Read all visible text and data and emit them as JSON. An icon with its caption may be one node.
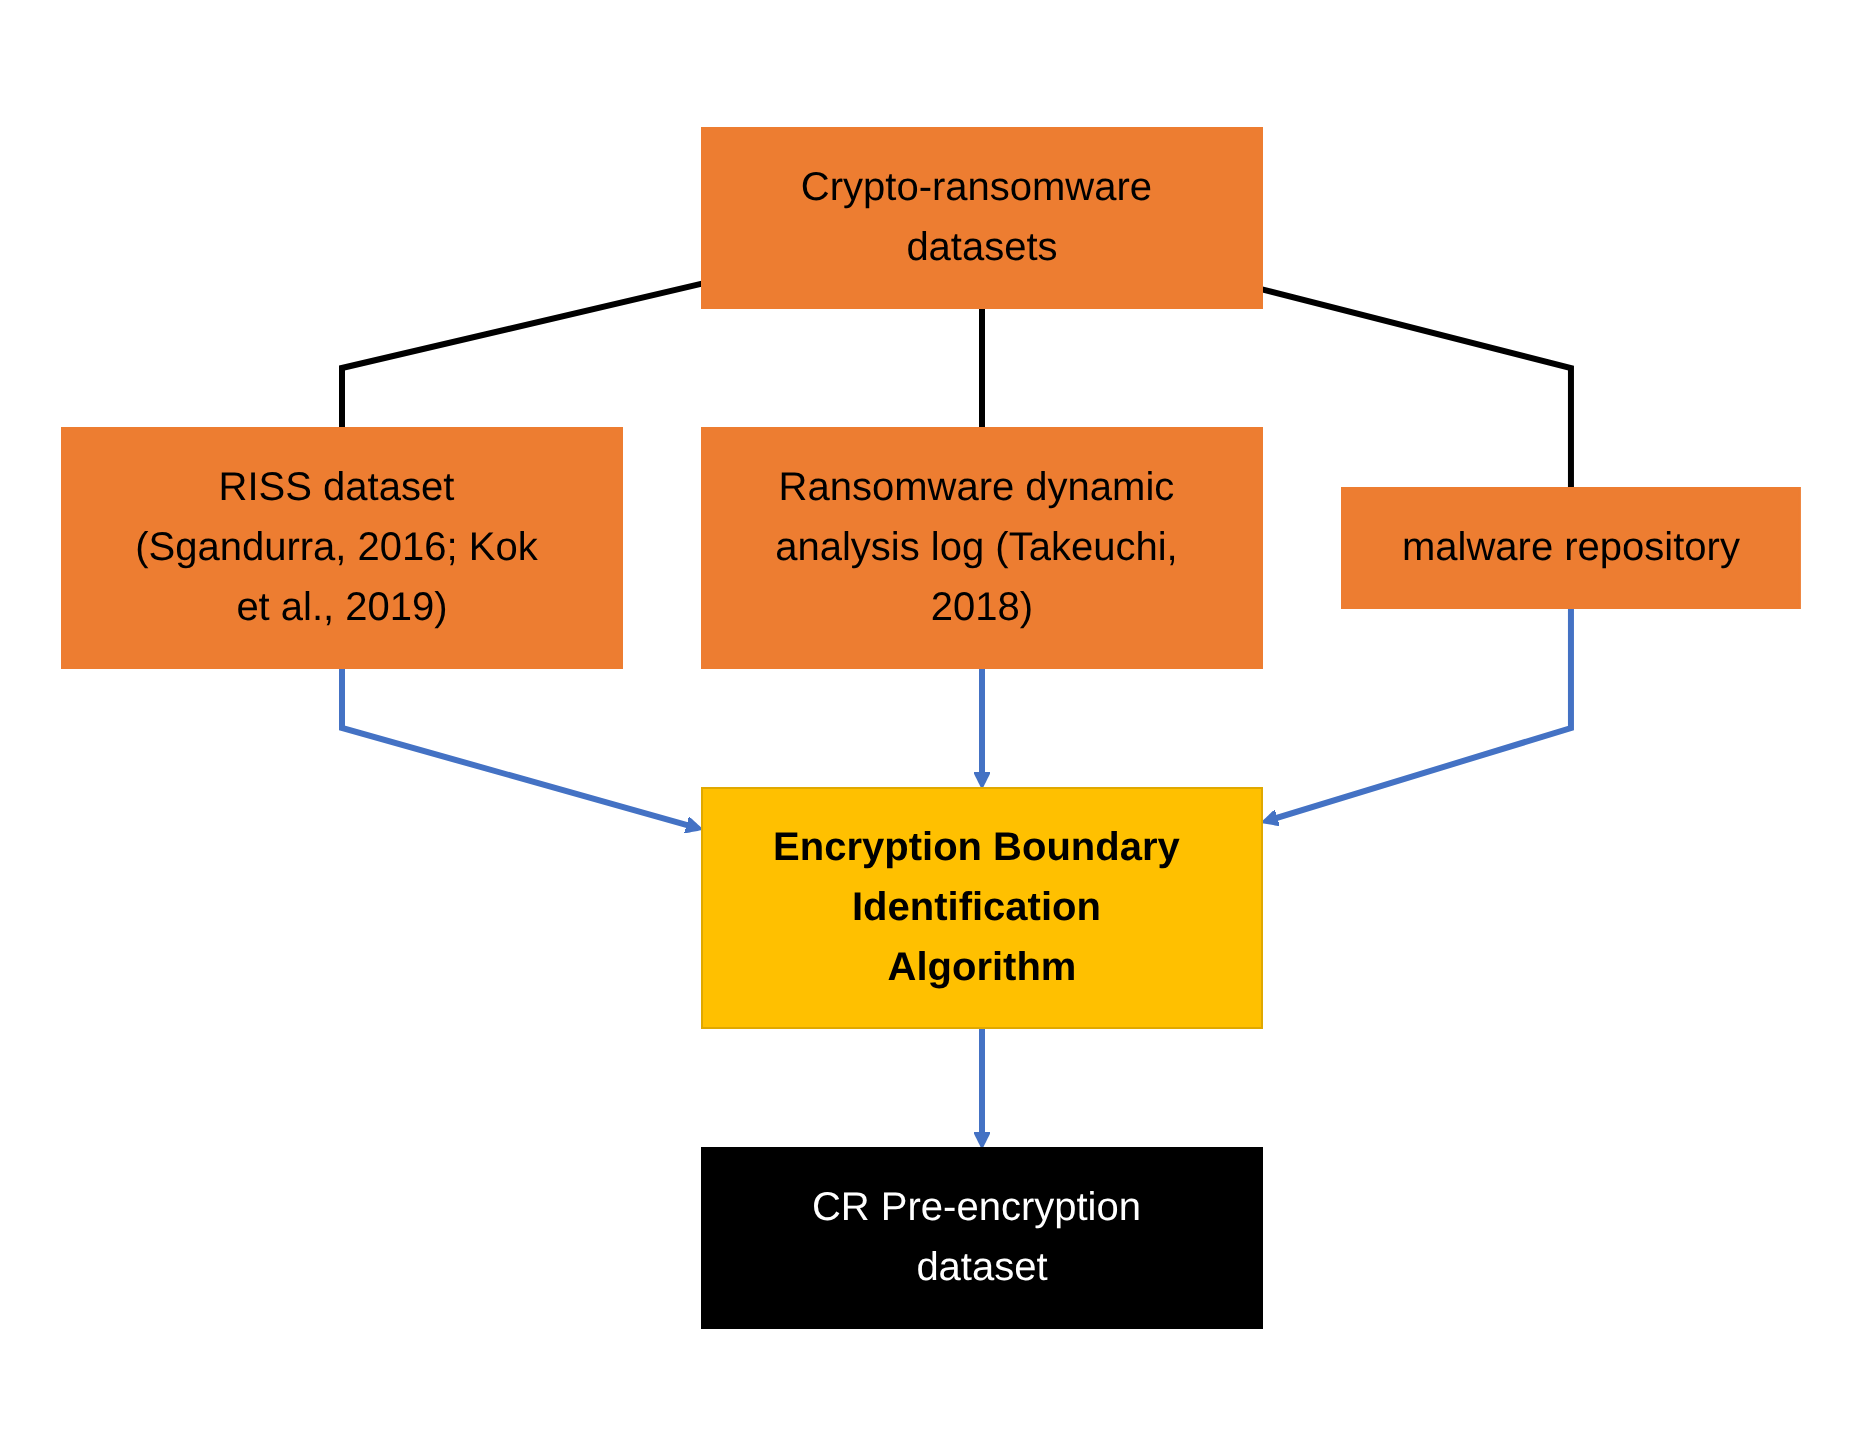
{
  "diagram": {
    "nodes": [
      {
        "text": [
          "Crypto-ransomware datasets"
        ]
      },
      {
        "text": [
          "RISS dataset (Sgandurra, 2016; Kok et al., 2019)"
        ]
      },
      {
        "text": [
          "Ransomware dynamic analysis log (Takeuchi, 2018)"
        ]
      },
      {
        "text": [
          "malware repository"
        ]
      },
      {
        "text": [
          "Encryption Boundary Identification Algorithm"
        ]
      },
      {
        "text": [
          "CR Pre-encryption dataset"
        ]
      }
    ],
    "edges": [
      {
        "from": 0,
        "to": 1,
        "arrow": "none",
        "color": "#000000"
      },
      {
        "from": 0,
        "to": 2,
        "arrow": "none",
        "color": "#000000"
      },
      {
        "from": 0,
        "to": 3,
        "arrow": "none",
        "color": "#000000"
      },
      {
        "from": 1,
        "to": 4,
        "arrow": "to"
      },
      {
        "from": 2,
        "to": 4,
        "arrow": "to"
      },
      {
        "from": 3,
        "to": 4,
        "arrow": "to"
      },
      {
        "from": 4,
        "to": 5,
        "arrow": "to"
      }
    ]
  }
}
